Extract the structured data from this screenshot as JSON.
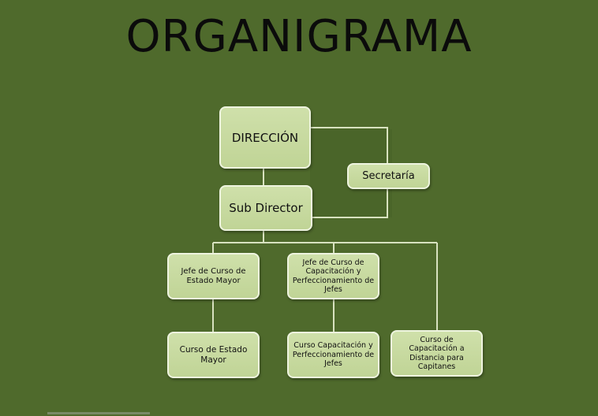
{
  "title": "ORGANIGRAMA",
  "nodes": {
    "direccion": "DIRECCIÓN",
    "secretaria": "Secretaría",
    "sub_director": "Sub Director",
    "jefe_estado_mayor": "Jefe de Curso de Estado Mayor",
    "jefe_capacitacion": "Jefe de Curso de Capacitación y Perfeccionamiento de Jefes",
    "curso_estado_mayor": "Curso de Estado Mayor",
    "curso_capacitacion": "Curso Capacitación y Perfeccionamiento de Jefes",
    "curso_distancia": "Curso de Capacitación a Distancia para Capitanes"
  },
  "colors": {
    "background": "#4f6a2c",
    "node_fill": "#cfe0aa",
    "node_border": "#eef4df",
    "connector": "#d8e2c0"
  }
}
